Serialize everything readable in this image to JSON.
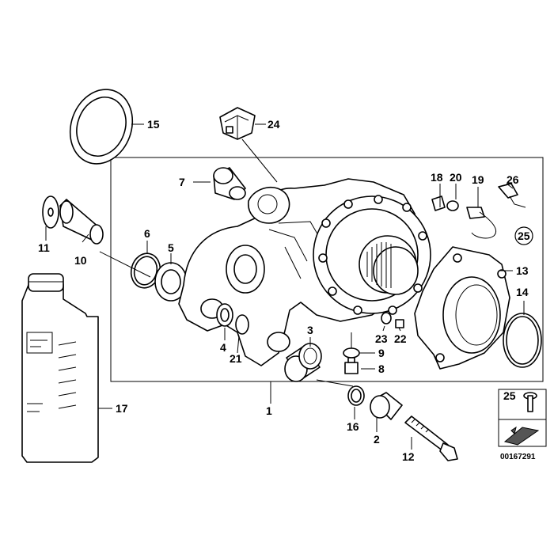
{
  "diagram": {
    "reference_number": "00167291",
    "callouts": {
      "p1": "1",
      "p2": "2",
      "p3": "3",
      "p4": "4",
      "p5": "5",
      "p6": "6",
      "p7": "7",
      "p8": "8",
      "p9": "9",
      "p10": "10",
      "p11": "11",
      "p12": "12",
      "p13": "13",
      "p14": "14",
      "p15": "15",
      "p16": "16",
      "p17": "17",
      "p18": "18",
      "p19": "19",
      "p20": "20",
      "p21": "21",
      "p22": "22",
      "p23": "23",
      "p24": "24",
      "p25": "25",
      "p26": "26",
      "p25_circled": "25",
      "p25_inset": "25"
    }
  }
}
